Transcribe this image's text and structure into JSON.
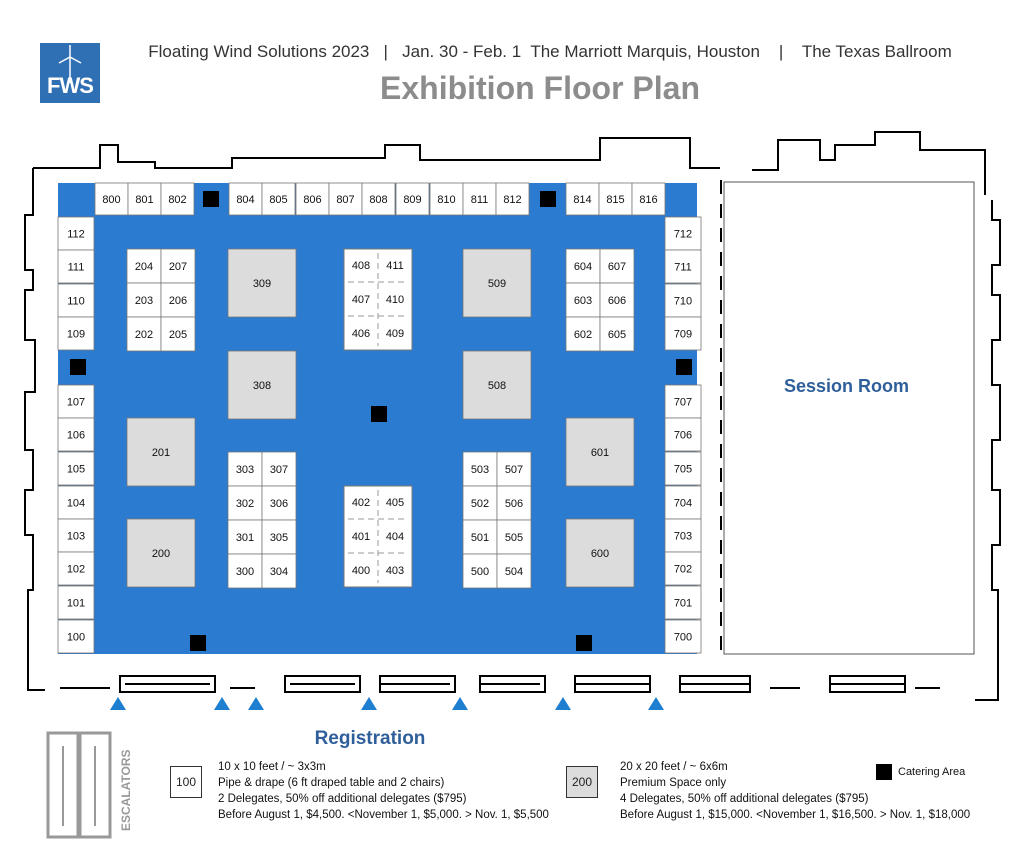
{
  "header": {
    "logo_text": "FWS",
    "line": "Floating Wind Solutions 2023   |   Jan. 30 - Feb. 1  The Marriott Marquis, Houston    |    The Texas Ballroom",
    "title": "Exhibition Floor Plan"
  },
  "colors": {
    "floor": "#2b7bd0",
    "standard_booth": "#ffffff",
    "premium_booth": "#dcdcdc",
    "catering": "#000000",
    "accent_text": "#2f5f9a"
  },
  "booths": {
    "top_row": [
      "800",
      "801",
      "802",
      "804",
      "805",
      "806",
      "807",
      "808",
      "809",
      "810",
      "811",
      "812",
      "814",
      "815",
      "816"
    ],
    "left_column": [
      "112",
      "111",
      "110",
      "109",
      "107",
      "106",
      "105",
      "104",
      "103",
      "102",
      "101",
      "100"
    ],
    "right_column": [
      "712",
      "711",
      "710",
      "709",
      "707",
      "706",
      "705",
      "704",
      "703",
      "702",
      "701",
      "700"
    ],
    "island_200s": [
      "204",
      "207",
      "203",
      "206",
      "202",
      "205"
    ],
    "island_300s_lower": [
      "303",
      "307",
      "302",
      "306",
      "301",
      "305",
      "300",
      "304"
    ],
    "island_400s_upper": [
      "408",
      "411",
      "407",
      "410",
      "406",
      "409"
    ],
    "island_400s_lower": [
      "402",
      "405",
      "401",
      "404",
      "400",
      "403"
    ],
    "island_500s_lower": [
      "503",
      "507",
      "502",
      "506",
      "501",
      "505",
      "500",
      "504"
    ],
    "island_600s": [
      "604",
      "607",
      "603",
      "606",
      "602",
      "605"
    ],
    "premium": [
      "309",
      "308",
      "509",
      "508",
      "201",
      "200",
      "601",
      "600"
    ]
  },
  "rooms": {
    "session": "Session Room"
  },
  "registration_label": "Registration",
  "escalators_label": "ESCALATORS",
  "legend": {
    "standard": {
      "sample": "100",
      "lines": [
        "10 x 10 feet / ~ 3x3m",
        "Pipe & drape (6 ft draped table and 2 chairs)",
        "2 Delegates, 50% off additional delegates ($795)",
        "Before August 1, $4,500. <November 1, $5,000. > Nov. 1, $5,500"
      ]
    },
    "premium": {
      "sample": "200",
      "lines": [
        "20 x 20 feet / ~ 6x6m",
        "Premium Space only",
        "4 Delegates, 50% off additional delegates ($795)",
        "Before August 1, $15,000. <November 1, $16,500. > Nov. 1, $18,000"
      ]
    },
    "catering": "Catering Area"
  }
}
